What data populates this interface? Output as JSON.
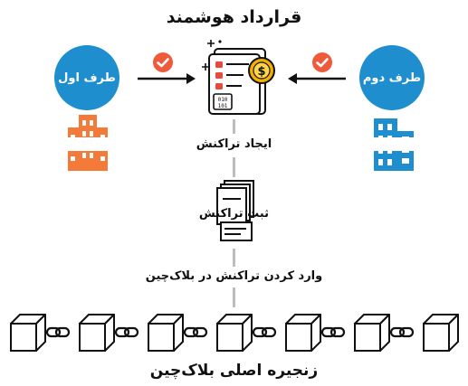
{
  "title": "قرارداد هوشمند",
  "party_left": "طرف اول",
  "party_right": "طرف دوم",
  "steps": {
    "create": "ایجاد تراکنش",
    "record": "ثبت تراکنش",
    "enter": "وارد کردن تراکنش در بلاک‌چین"
  },
  "chain_label": "زنجیره اصلی بلاک‌چین",
  "colors": {
    "blue": "#1f8ecf",
    "orange": "#f47a3a",
    "check": "#ef5a3b",
    "coin": "#f4b000",
    "red": "#e84a3b"
  }
}
